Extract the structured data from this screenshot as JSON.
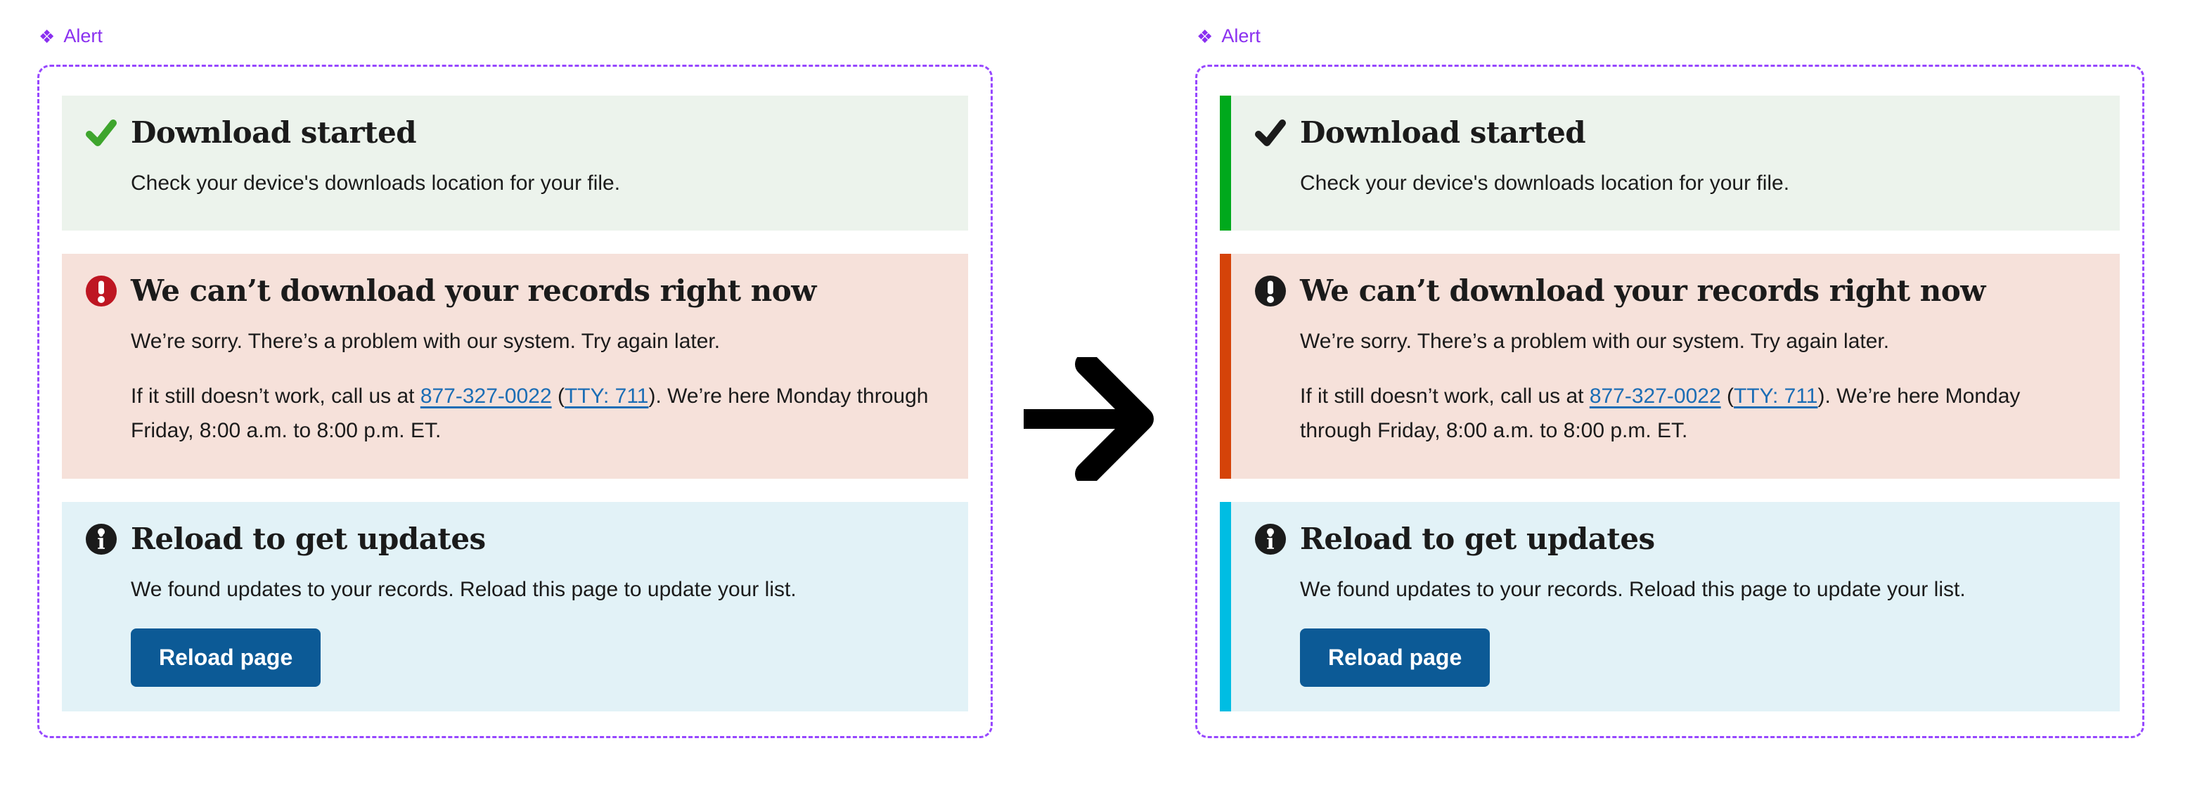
{
  "colors": {
    "annotation_purple": "#9747ff",
    "label_purple": "#8a30f0",
    "success_bg": "#ecf3ec",
    "success_accent": "#3ea52d",
    "success_bar": "#00a91c",
    "error_bg": "#f6e1da",
    "error_accent": "#be1622",
    "error_bar": "#d54309",
    "info_bg": "#e2f2f7",
    "info_bar": "#00bde3",
    "icon_black": "#1b1b1b",
    "link_blue": "#1b6db5",
    "button_blue": "#0c5a96",
    "text_color": "#1b1b1b"
  },
  "panel_left": {
    "label": "Alert",
    "variant": "colored icons"
  },
  "panel_right": {
    "label": "Alert",
    "variant": "black icons with status bars"
  },
  "icons": {
    "component": "component-diamond-icon",
    "success": "check-icon",
    "error": "exclamation-circle-icon",
    "info": "info-circle-icon",
    "between": "arrow-right-icon"
  },
  "alerts": {
    "success": {
      "title": "Download started",
      "body": "Check your device's downloads location for your file."
    },
    "error": {
      "title": "We can’t download your records right now",
      "p1": "We’re sorry. There’s a problem with our system. Try again later.",
      "p2_before": "If it still doesn’t work, call us at ",
      "phone_link": "877-327-0022",
      "p2_mid": " (",
      "tty_link": "TTY: 711",
      "p2_after": "). We’re here Monday through Friday, 8:00 a.m. to 8:00 p.m. ET."
    },
    "info": {
      "title": "Reload to get updates",
      "body": "We found updates to your records. Reload this page to update your list.",
      "button_label": "Reload page"
    }
  }
}
